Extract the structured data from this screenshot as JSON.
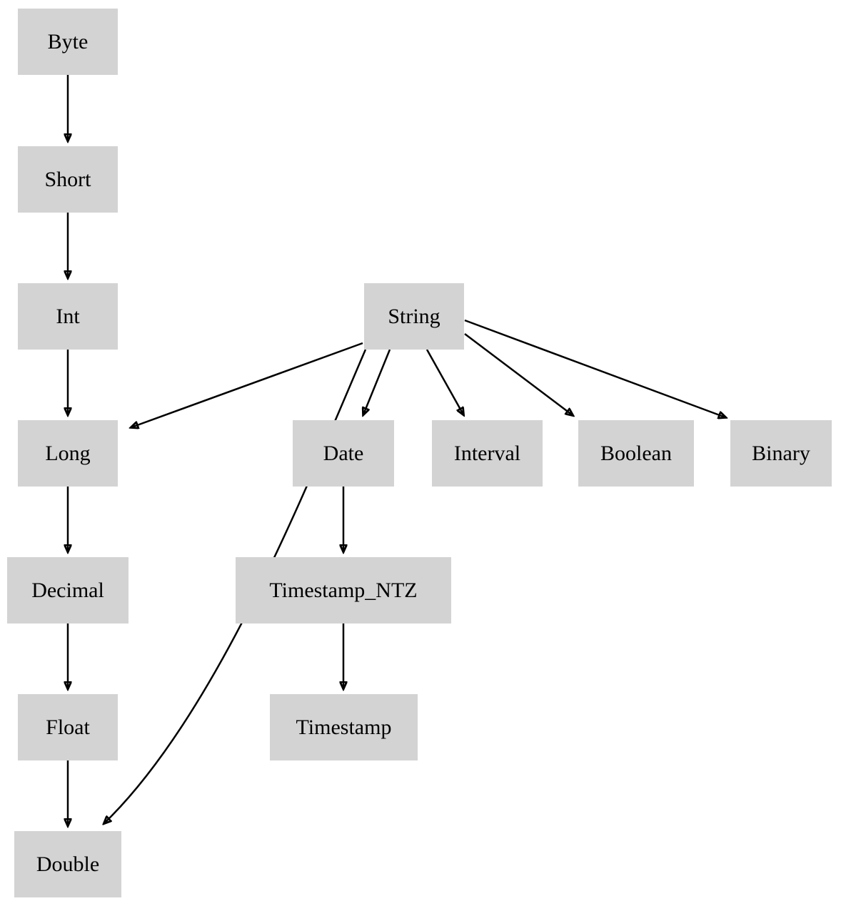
{
  "diagram": {
    "type": "directed-graph",
    "description": "Type coercion / promotion hierarchy diagram",
    "node_fill_color": "#d3d3d3",
    "node_text_color": "#000000",
    "edge_color": "#000000",
    "background_color": "#ffffff",
    "nodes": {
      "byte": {
        "label": "Byte"
      },
      "short": {
        "label": "Short"
      },
      "int": {
        "label": "Int"
      },
      "long": {
        "label": "Long"
      },
      "decimal": {
        "label": "Decimal"
      },
      "float": {
        "label": "Float"
      },
      "double": {
        "label": "Double"
      },
      "string": {
        "label": "String"
      },
      "date": {
        "label": "Date"
      },
      "interval": {
        "label": "Interval"
      },
      "boolean": {
        "label": "Boolean"
      },
      "binary": {
        "label": "Binary"
      },
      "timestamp_ntz": {
        "label": "Timestamp_NTZ"
      },
      "timestamp": {
        "label": "Timestamp"
      }
    },
    "edges": [
      {
        "from": "Byte",
        "to": "Short"
      },
      {
        "from": "Short",
        "to": "Int"
      },
      {
        "from": "Int",
        "to": "Long"
      },
      {
        "from": "Long",
        "to": "Decimal"
      },
      {
        "from": "Decimal",
        "to": "Float"
      },
      {
        "from": "Float",
        "to": "Double"
      },
      {
        "from": "String",
        "to": "Long"
      },
      {
        "from": "String",
        "to": "Double"
      },
      {
        "from": "String",
        "to": "Date"
      },
      {
        "from": "String",
        "to": "Interval"
      },
      {
        "from": "String",
        "to": "Boolean"
      },
      {
        "from": "String",
        "to": "Binary"
      },
      {
        "from": "Date",
        "to": "Timestamp_NTZ"
      },
      {
        "from": "Timestamp_NTZ",
        "to": "Timestamp"
      }
    ]
  }
}
